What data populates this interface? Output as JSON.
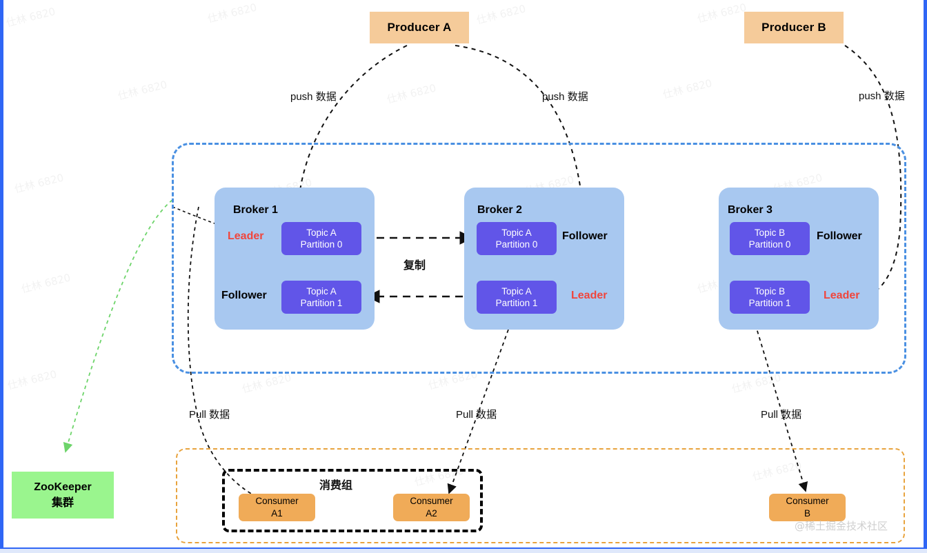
{
  "diagram": {
    "title": "Kafka cluster architecture",
    "colors": {
      "producer_fill": "#f5cb9a",
      "broker_fill": "#a8c8f0",
      "partition_fill": "#6155e8",
      "consumer_fill": "#f0ab58",
      "zookeeper_fill": "#9af58e",
      "cluster_border": "#4a90e2",
      "consumer_zone_border": "#e8a33d",
      "leader_text": "#f0453c",
      "page_accent": "#2f66f5"
    }
  },
  "producers": [
    {
      "label": "Producer A"
    },
    {
      "label": "Producer B"
    }
  ],
  "push_labels": [
    {
      "text": "push 数据"
    },
    {
      "text": "push 数据"
    },
    {
      "text": "push 数据"
    }
  ],
  "brokers": [
    {
      "title": "Broker 1",
      "roles": [
        {
          "text": "Leader",
          "kind": "leader"
        },
        {
          "text": "Follower",
          "kind": "follower"
        }
      ],
      "partitions": [
        {
          "topic": "Topic A",
          "partition": "Partition 0"
        },
        {
          "topic": "Topic A",
          "partition": "Partition 1"
        }
      ]
    },
    {
      "title": "Broker 2",
      "roles": [
        {
          "text": "Follower",
          "kind": "follower"
        },
        {
          "text": "Leader",
          "kind": "leader"
        }
      ],
      "partitions": [
        {
          "topic": "Topic A",
          "partition": "Partition 0"
        },
        {
          "topic": "Topic A",
          "partition": "Partition 1"
        }
      ]
    },
    {
      "title": "Broker 3",
      "roles": [
        {
          "text": "Follower",
          "kind": "follower"
        },
        {
          "text": "Leader",
          "kind": "leader"
        }
      ],
      "partitions": [
        {
          "topic": "Topic B",
          "partition": "Partition 0"
        },
        {
          "topic": "Topic B",
          "partition": "Partition 1"
        }
      ]
    }
  ],
  "replicate_label": "复制",
  "pull_labels": [
    {
      "text": "Pull 数据"
    },
    {
      "text": "Pull 数据"
    },
    {
      "text": "Pull 数据"
    }
  ],
  "zookeeper": {
    "line1": "ZooKeeper",
    "line2": "集群"
  },
  "consumer_group": {
    "title": "消费组",
    "consumers": [
      {
        "line1": "Consumer",
        "line2": "A1"
      },
      {
        "line1": "Consumer",
        "line2": "A2"
      }
    ]
  },
  "standalone_consumers": [
    {
      "line1": "Consumer",
      "line2": "B"
    }
  ],
  "attribution": "@稀土掘金技术社区",
  "watermark": "仕林 6820"
}
